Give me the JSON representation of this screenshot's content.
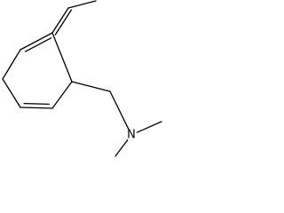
{
  "molecule": {
    "atoms": [
      {
        "id": "C1",
        "element": "C"
      },
      {
        "id": "C2",
        "element": "C"
      },
      {
        "id": "C3",
        "element": "C"
      },
      {
        "id": "C4",
        "element": "C"
      },
      {
        "id": "C5",
        "element": "C"
      },
      {
        "id": "C6",
        "element": "C"
      },
      {
        "id": "C7",
        "element": "C"
      },
      {
        "id": "C8",
        "element": "C"
      },
      {
        "id": "C9",
        "element": "C"
      },
      {
        "id": "N1",
        "element": "N",
        "label": "N"
      },
      {
        "id": "C10",
        "element": "C"
      },
      {
        "id": "C11",
        "element": "C"
      }
    ],
    "bonds": [
      {
        "from": "C1",
        "to": "C2",
        "order": 2
      },
      {
        "from": "C1",
        "to": "C6",
        "order": 1
      },
      {
        "from": "C2",
        "to": "C3",
        "order": 1
      },
      {
        "from": "C3",
        "to": "C4",
        "order": 1
      },
      {
        "from": "C4",
        "to": "C5",
        "order": 2
      },
      {
        "from": "C5",
        "to": "C6",
        "order": 1
      },
      {
        "from": "C1",
        "to": "C7",
        "order": 2
      },
      {
        "from": "C7",
        "to": "C8",
        "order": 1
      },
      {
        "from": "C6",
        "to": "C9",
        "order": 1
      },
      {
        "from": "C9",
        "to": "N1",
        "order": 1
      },
      {
        "from": "N1",
        "to": "C10",
        "order": 1
      },
      {
        "from": "N1",
        "to": "C11",
        "order": 1
      }
    ]
  },
  "style": {
    "bond_color": "#000000",
    "label_color": "#000000"
  }
}
